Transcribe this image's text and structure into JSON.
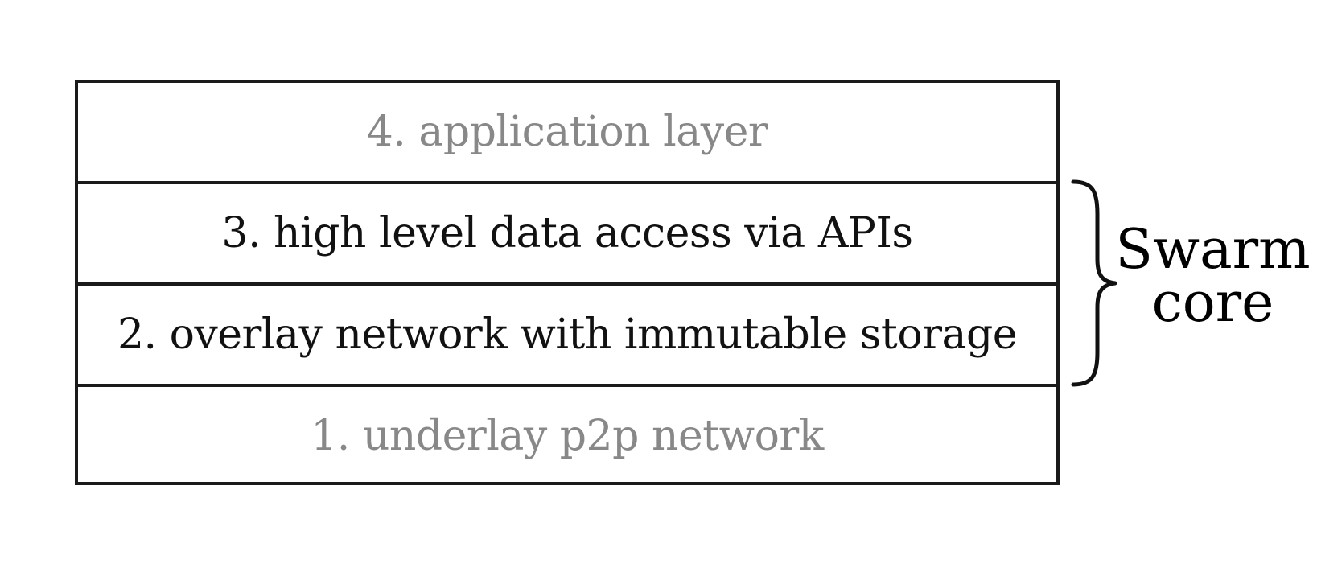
{
  "layers": [
    {
      "label": "4. application layer",
      "color": "#888888"
    },
    {
      "label": "3. high level data access via APIs",
      "color": "#111111"
    },
    {
      "label": "2. overlay network with immutable storage",
      "color": "#111111"
    },
    {
      "label": "1. underlay p2p network",
      "color": "#888888"
    }
  ],
  "brace_label": {
    "line1": "Swarm",
    "line2": "core"
  },
  "colors": {
    "border": "#1a1a1a",
    "active_text": "#111111",
    "inactive_text": "#888888"
  }
}
